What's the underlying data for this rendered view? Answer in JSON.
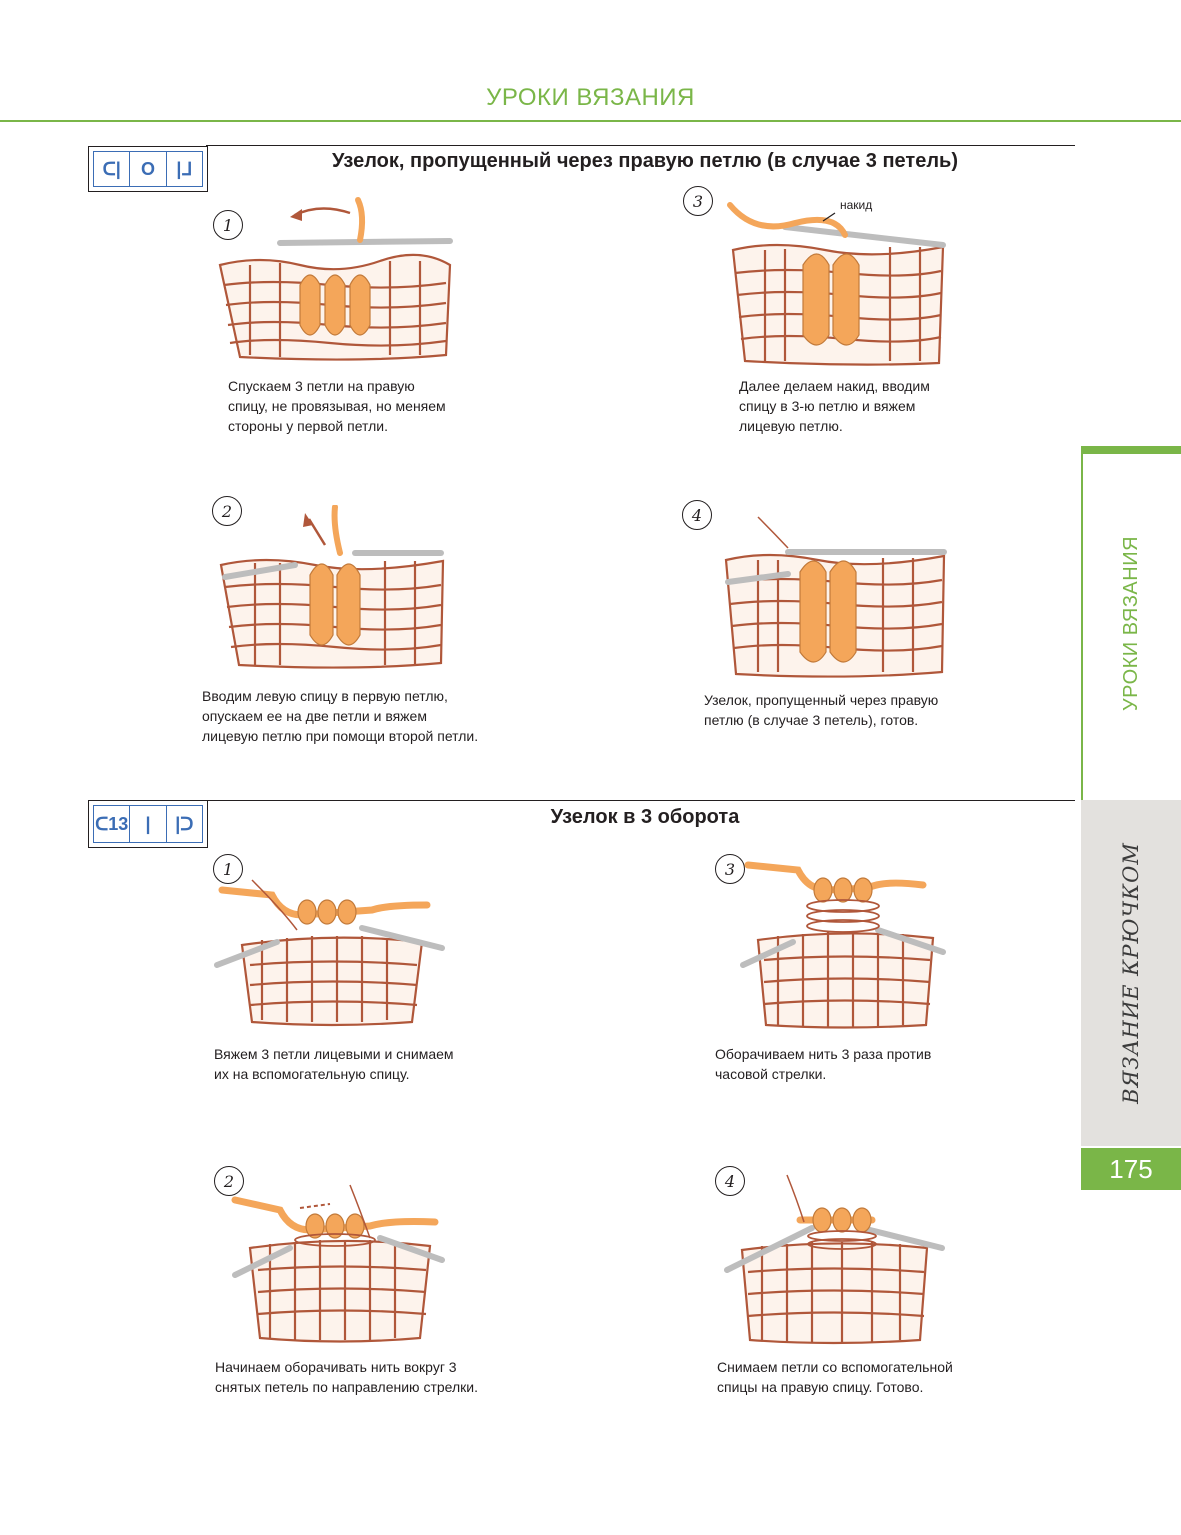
{
  "header": {
    "running_title": "УРОКИ ВЯЗАНИЯ"
  },
  "colors": {
    "accent_green": "#7ab648",
    "yarn_brown": "#b0573a",
    "yarn_orange": "#f4a65a",
    "symbol_blue": "#3b6db5",
    "tab_gray": "#e3e1de"
  },
  "section1": {
    "title": "Узелок, пропущенный через правую петлю (в случае 3 петель)",
    "symbol": [
      "ᑕ|",
      "O",
      "|ᒧ"
    ],
    "steps": [
      {
        "num": "1",
        "caption": [
          "Спускаем 3 петли на правую",
          "спицу, не провязывая, но меняем",
          "стороны у первой петли."
        ]
      },
      {
        "num": "2",
        "caption": [
          "Вводим левую спицу в первую петлю,",
          "опускаем ее на две петли и вяжем",
          "лицевую петлю при помощи второй петли."
        ]
      },
      {
        "num": "3",
        "label": "накид",
        "caption": [
          "Далее делаем накид, вводим",
          "спицу в 3-ю петлю и вяжем",
          "лицевую петлю."
        ]
      },
      {
        "num": "4",
        "caption": [
          "Узелок, пропущенный через правую",
          "петлю (в случае 3 петель), готов."
        ]
      }
    ]
  },
  "section2": {
    "title": "Узелок в 3 оборота",
    "symbol": [
      "ᑕ13",
      "|",
      "|ᑐ"
    ],
    "steps": [
      {
        "num": "1",
        "caption": [
          "Вяжем 3 петли лицевыми и снимаем",
          "их на вспомогательную спицу."
        ]
      },
      {
        "num": "2",
        "caption": [
          "Начинаем оборачивать нить вокруг 3",
          "снятых петель по направлению стрелки."
        ]
      },
      {
        "num": "3",
        "caption": [
          "Оборачиваем нить 3 раза против",
          "часовой стрелки."
        ]
      },
      {
        "num": "4",
        "caption": [
          "Снимаем петли со вспомогательной",
          "спицы на правую спицу. Готово."
        ]
      }
    ]
  },
  "side_tabs": {
    "green_label": "УРОКИ ВЯЗАНИЯ",
    "gray_label": "ВЯЗАНИЕ КРЮЧКОМ"
  },
  "page_number": "175"
}
